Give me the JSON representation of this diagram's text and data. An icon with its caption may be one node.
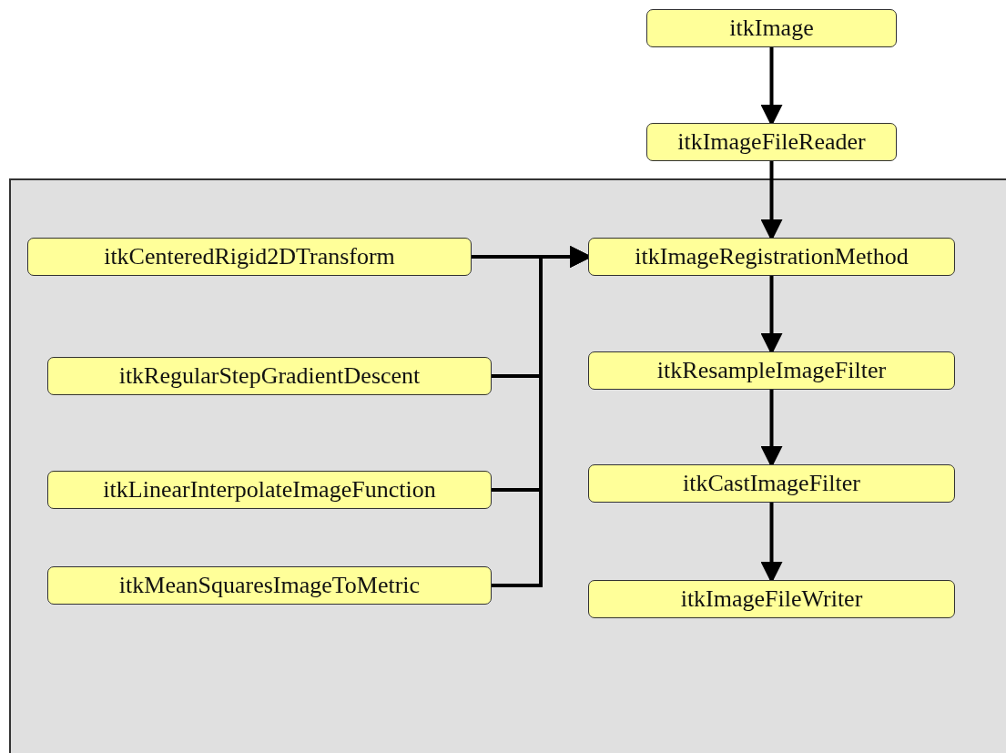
{
  "diagram": {
    "nodes": [
      {
        "text": [],
        "shape": "box"
      },
      {
        "text": [
          "itkImage"
        ]
      },
      {
        "text": [
          "itkImageFileReader"
        ]
      },
      {
        "text": [
          "itkCenteredRigid2DTransform"
        ],
        "in": 0
      },
      {
        "text": [
          "itkImageRegistrationMethod"
        ],
        "in": 0
      },
      {
        "text": [
          "itkRegularStepGradientDescent"
        ],
        "in": 0
      },
      {
        "text": [
          "itkResampleImageFilter"
        ],
        "in": 0
      },
      {
        "text": [
          "itkLinearInterpolateImageFunction"
        ],
        "in": 0
      },
      {
        "text": [
          "itkCastImageFilter"
        ],
        "in": 0
      },
      {
        "text": [
          "itkMeanSquaresImageToMetric"
        ],
        "in": 0
      },
      {
        "text": [
          "itkImageFileWriter"
        ],
        "in": 0
      }
    ],
    "edges": [
      {
        "from": 1,
        "to": 2,
        "arrow": "to"
      },
      {
        "from": 2,
        "to": 4,
        "arrow": "to"
      },
      {
        "from": 3,
        "to": 4,
        "arrow": "to"
      },
      {
        "from": 5,
        "to": 4,
        "arrow": "to"
      },
      {
        "from": 7,
        "to": 4,
        "arrow": "to"
      },
      {
        "from": 9,
        "to": 4,
        "arrow": "to"
      },
      {
        "from": 4,
        "to": 6,
        "arrow": "to"
      },
      {
        "from": 6,
        "to": 8,
        "arrow": "to"
      },
      {
        "from": 8,
        "to": 10,
        "arrow": "to"
      }
    ]
  }
}
